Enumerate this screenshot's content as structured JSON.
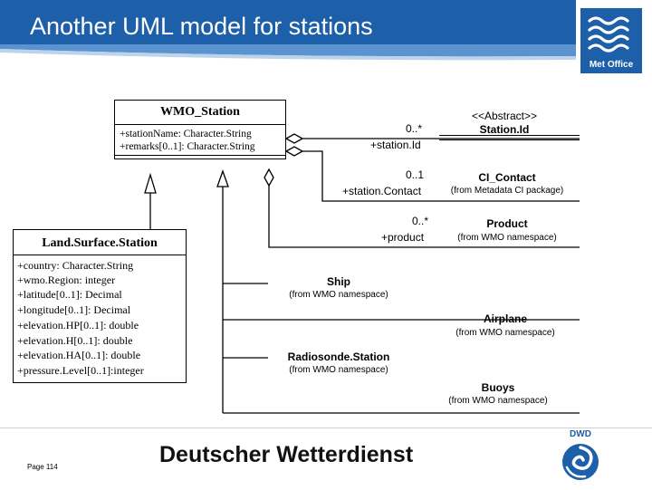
{
  "header": {
    "title": "Another UML model for stations",
    "logo_text": "Met Office",
    "colors": {
      "header_blue": "#1d5fa8",
      "band_blue": "#5a93cf"
    }
  },
  "diagram": {
    "wmo_station": {
      "name": "WMO_Station",
      "attributes": [
        "+stationName: Character.String",
        "+remarks[0..1]: Character.String"
      ]
    },
    "station_id": {
      "stereotype": "<<Abstract>>",
      "name": "Station.Id"
    },
    "ci_contact": {
      "name": "CI_Contact",
      "note": "(from Metadata CI package)"
    },
    "product": {
      "name": "Product",
      "note": "(from WMO namespace)"
    },
    "land_surface_station": {
      "name": "Land.Surface.Station",
      "attributes": [
        "+country: Character.String",
        "+wmo.Region: integer",
        "+latitude[0..1]: Decimal",
        "+longitude[0..1]: Decimal",
        "+elevation.HP[0..1]: double",
        "+elevation.H[0..1]: double",
        "+elevation.HA[0..1]: double",
        "+pressure.Level[0..1]:integer"
      ]
    },
    "associations": {
      "station_id": {
        "multiplicity": "0..*",
        "role": "+station.Id"
      },
      "ci_contact": {
        "multiplicity": "0..1",
        "role": "+station.Contact"
      },
      "product": {
        "multiplicity": "0..*",
        "role": "+product"
      }
    },
    "subclasses": [
      {
        "name": "Ship",
        "note": "(from WMO namespace)"
      },
      {
        "name": "Airplane",
        "note": "(from WMO namespace)"
      },
      {
        "name": "Radiosonde.Station",
        "note": "(from WMO namespace)"
      },
      {
        "name": "Buoys",
        "note": "(from WMO namespace)"
      }
    ]
  },
  "footer": {
    "organization": "Deutscher Wetterdienst",
    "page_label": "Page 114",
    "dwd_logo_text": "DWD"
  }
}
